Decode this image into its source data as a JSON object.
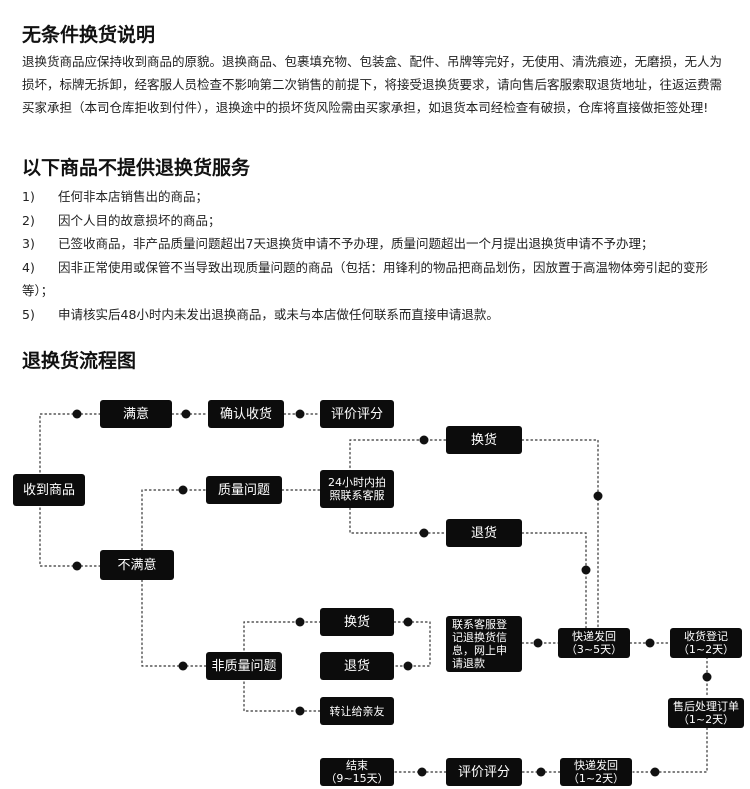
{
  "section1": {
    "title": "无条件换货说明",
    "body": "退换货商品应保持收到商品的原貌。退换商品、包裹填充物、包装盒、配件、吊牌等完好，无使用、清洗痕迹，无磨损，无人为损坏，标牌无拆卸，经客服人员检查不影响第二次销售的前提下，将接受退换货要求，请向售后客服索取退货地址，往返运费需买家承担（本司仓库拒收到付件），退换途中的损坏货风险需由买家承担，如退货本司经检查有破损，仓库将直接做拒签处理!"
  },
  "section2": {
    "title": "以下商品不提供退换货服务",
    "items": [
      {
        "num": "1)",
        "text": "任何非本店销售出的商品；"
      },
      {
        "num": "2)",
        "text": "因个人目的故意损坏的商品；"
      },
      {
        "num": "3)",
        "text": "已签收商品，非产品质量问题超出7天退换货申请不予办理，质量问题超出一个月提出退换货申请不予办理；"
      },
      {
        "num": "4)",
        "text": "因非正常使用或保管不当导致出现质量问题的商品（包括：用锋利的物品把商品划伤，因放置于高温物体旁引起的变形等）；"
      },
      {
        "num": "5)",
        "text": "申请核实后48小时内未发出退换商品，或未与本店做任何联系而直接申请退款。"
      }
    ]
  },
  "section3": {
    "title": "退换货流程图"
  },
  "flow": {
    "receive": "收到商品",
    "satisfied": "满意",
    "confirm": "确认收货",
    "review_top": "评价评分",
    "unsatisfied": "不满意",
    "quality": "质量问题",
    "contact24": "24小时内拍\n照联系客服",
    "exchange_top": "换货",
    "return_top": "退货",
    "non_quality": "非质量问题",
    "exchange_mid": "换货",
    "return_mid": "退货",
    "transfer": "转让给亲友",
    "contact_online": "联系客服登\n记退换货信\n息，网上申\n请退款",
    "ship_back": "快递发回\n（3~5天）",
    "register": "收货登记\n（1~2天）",
    "process": "售后处理订单\n（1~2天）",
    "ship_out": "快递发回\n（1~2天）",
    "review_bottom": "评价评分",
    "end": "结束\n（9~15天）"
  }
}
